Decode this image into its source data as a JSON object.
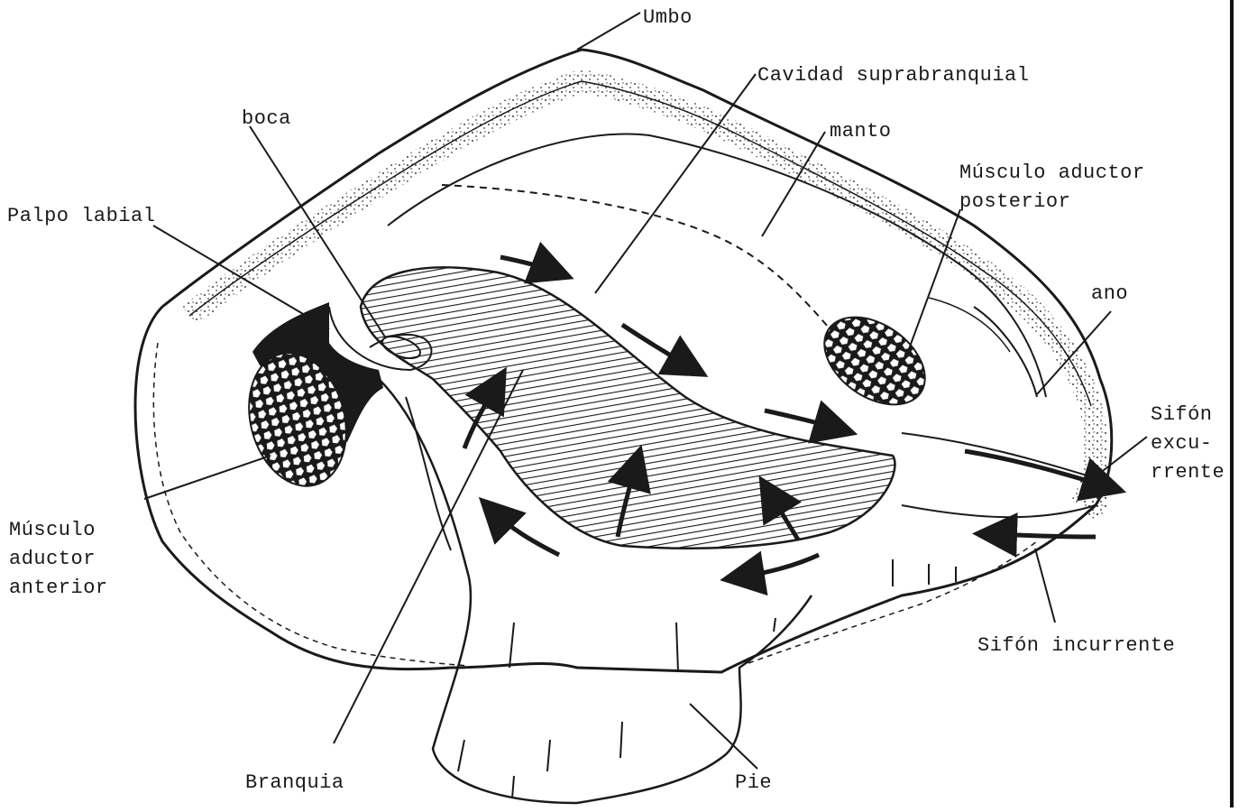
{
  "labels": {
    "umbo": "Umbo",
    "cavidad": "Cavidad suprabranquial",
    "boca": "boca",
    "manto": "manto",
    "musculo_posterior_1": "Músculo aductor",
    "musculo_posterior_2": "posterior",
    "palpo": "Palpo labial",
    "ano": "ano",
    "sifon_exc_1": "Sifón",
    "sifon_exc_2": "excu-",
    "sifon_exc_3": "rrente",
    "musculo_anterior_1": "Músculo",
    "musculo_anterior_2": "aductor",
    "musculo_anterior_3": "anterior",
    "sifon_inc": "Sifón incurrente",
    "branquia": "Branquia",
    "pie": "Pie"
  },
  "colors": {
    "ink": "#1a1a1a",
    "paper": "#ffffff"
  }
}
